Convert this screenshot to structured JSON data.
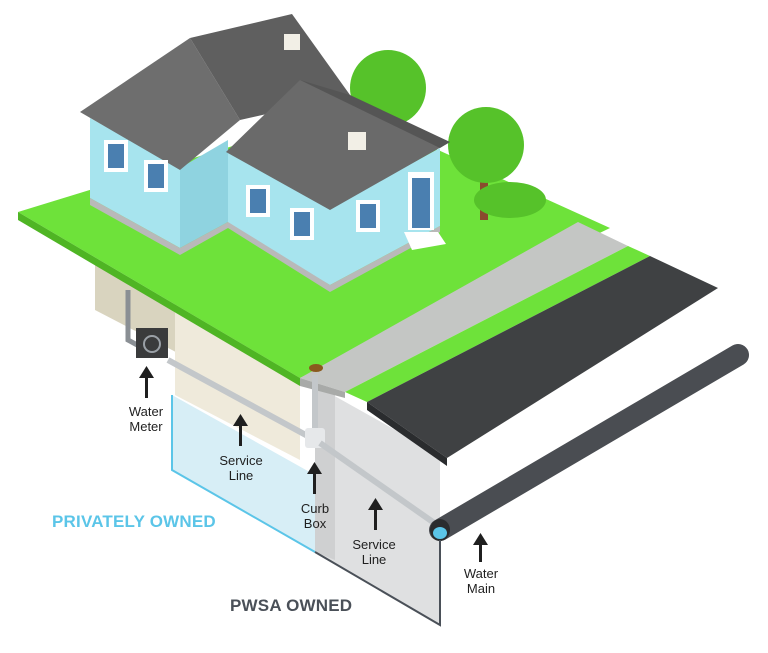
{
  "labels": {
    "water_meter": [
      "Water",
      "Meter"
    ],
    "service_line_private": [
      "Service",
      "Line"
    ],
    "curb_box": [
      "Curb",
      "Box"
    ],
    "service_line_public": [
      "Service",
      "Line"
    ],
    "water_main": [
      "Water",
      "Main"
    ]
  },
  "ownership": {
    "private": "PRIVATELY OWNED",
    "public": "PWSA OWNED"
  },
  "colors": {
    "private_owned": "#5bc5e8",
    "pwsa_owned": "#4a5058",
    "lawn": "#6ee23a",
    "house_wall": "#a7e4ee",
    "roof": "#6e6e6e",
    "road": "#3f4143",
    "sidewalk": "#c4c6c4",
    "pipe": "#4a4d52",
    "tree": "#56c22a"
  }
}
